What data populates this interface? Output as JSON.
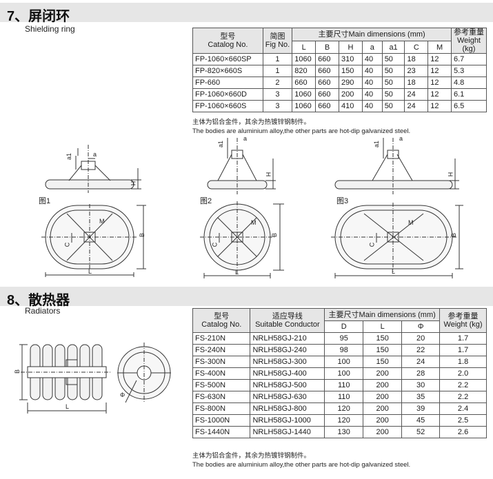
{
  "section7": {
    "title": "7、屏闭环",
    "subtitle": "Shielding ring",
    "headers": {
      "catalog_cn": "型号",
      "catalog_en": "Catalog No.",
      "fig_cn": "简图",
      "fig_en": "Fig No.",
      "dims": "主要尺寸Main dimensions (mm)",
      "weight_cn": "参考重量",
      "weight_en1": "Weight",
      "weight_en2": "(kg)",
      "cols": [
        "L",
        "B",
        "H",
        "a",
        "a1",
        "C",
        "M"
      ]
    },
    "rows": [
      {
        "catalog": "FP-1060×660SP",
        "fig": "1",
        "L": "1060",
        "B": "660",
        "H": "310",
        "a": "40",
        "a1": "50",
        "C": "18",
        "M": "12",
        "weight": "6.7"
      },
      {
        "catalog": "FP-820×660S",
        "fig": "1",
        "L": "820",
        "B": "660",
        "H": "150",
        "a": "40",
        "a1": "50",
        "C": "23",
        "M": "12",
        "weight": "5.3"
      },
      {
        "catalog": "FP-660",
        "fig": "2",
        "L": "660",
        "B": "660",
        "H": "290",
        "a": "40",
        "a1": "50",
        "C": "18",
        "M": "12",
        "weight": "4.8"
      },
      {
        "catalog": "FP-1060×660D",
        "fig": "3",
        "L": "1060",
        "B": "660",
        "H": "200",
        "a": "40",
        "a1": "50",
        "C": "24",
        "M": "12",
        "weight": "6.1"
      },
      {
        "catalog": "FP-1060×660S",
        "fig": "3",
        "L": "1060",
        "B": "660",
        "H": "410",
        "a": "40",
        "a1": "50",
        "C": "24",
        "M": "12",
        "weight": "6.5"
      }
    ],
    "note_cn": "主体为铝合金件，其余为热镀锌钢制件。",
    "note_en": "The bodies are aluminium alloy,the other parts are hot-dip galvanized steel.",
    "figures": {
      "fig1": "图1",
      "fig2": "图2",
      "fig3": "图3"
    },
    "dim_labels": {
      "a": "a",
      "a1": "a1",
      "H": "H",
      "M": "M",
      "C": "C",
      "B": "B",
      "L": "L"
    }
  },
  "section8": {
    "title": "8、散热器",
    "subtitle": "Radiators",
    "headers": {
      "catalog_cn": "型号",
      "catalog_en": "Catalog No.",
      "cond_cn": "适应导线",
      "cond_en": "Suitable Conductor",
      "dims": "主要尺寸Main dimensions (mm)",
      "weight_cn": "参考重量",
      "weight_en": "Weight (kg)",
      "cols": [
        "D",
        "L",
        "Φ"
      ]
    },
    "rows": [
      {
        "catalog": "FS-210N",
        "cond": "NRLH58GJ-210",
        "D": "95",
        "L": "150",
        "phi": "20",
        "weight": "1.7"
      },
      {
        "catalog": "FS-240N",
        "cond": "NRLH58GJ-240",
        "D": "98",
        "L": "150",
        "phi": "22",
        "weight": "1.7"
      },
      {
        "catalog": "FS-300N",
        "cond": "NRLH58GJ-300",
        "D": "100",
        "L": "150",
        "phi": "24",
        "weight": "1.8"
      },
      {
        "catalog": "FS-400N",
        "cond": "NRLH58GJ-400",
        "D": "100",
        "L": "200",
        "phi": "28",
        "weight": "2.0"
      },
      {
        "catalog": "FS-500N",
        "cond": "NRLH58GJ-500",
        "D": "110",
        "L": "200",
        "phi": "30",
        "weight": "2.2"
      },
      {
        "catalog": "FS-630N",
        "cond": "NRLH58GJ-630",
        "D": "110",
        "L": "200",
        "phi": "35",
        "weight": "2.2"
      },
      {
        "catalog": "FS-800N",
        "cond": "NRLH58GJ-800",
        "D": "120",
        "L": "200",
        "phi": "39",
        "weight": "2.4"
      },
      {
        "catalog": "FS-1000N",
        "cond": "NRLH58GJ-1000",
        "D": "120",
        "L": "200",
        "phi": "45",
        "weight": "2.5"
      },
      {
        "catalog": "FS-1440N",
        "cond": "NRLH58GJ-1440",
        "D": "130",
        "L": "200",
        "phi": "52",
        "weight": "2.6"
      }
    ],
    "note_cn": "主体为铝合金件，其余为热镀锌钢制件。",
    "note_en": "The bodies are aluminium alloy,the other parts are hot-dip galvanized steel.",
    "dim_labels": {
      "B": "B",
      "L": "L",
      "phi": "Φ"
    }
  }
}
